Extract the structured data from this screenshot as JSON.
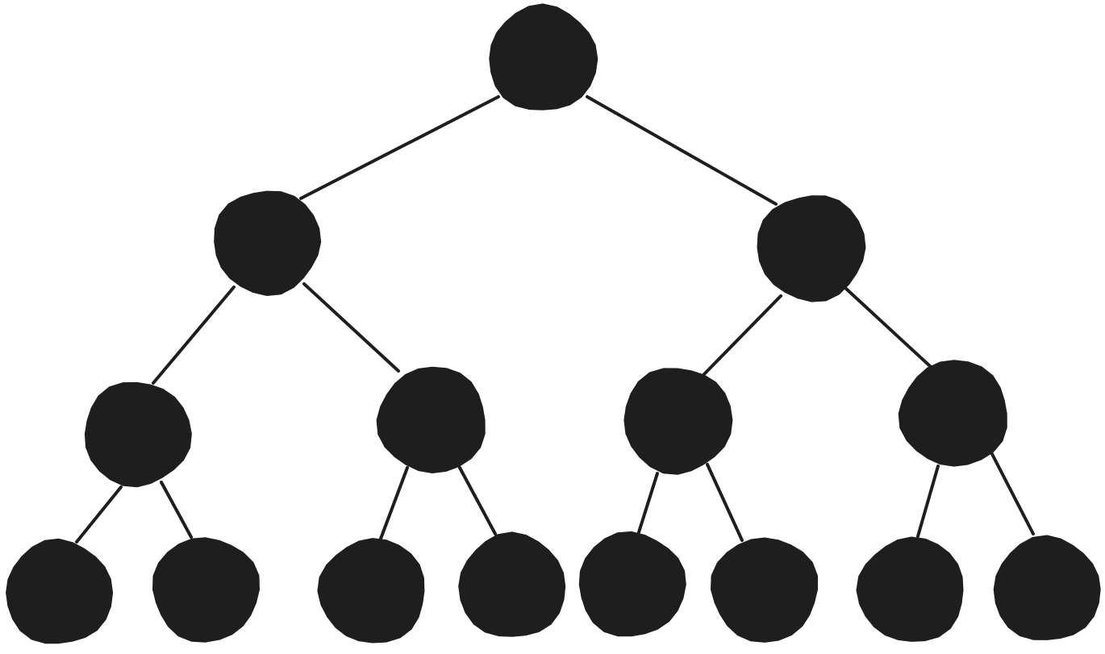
{
  "diagram": {
    "type": "binary-tree",
    "style": "hand-drawn",
    "colors": {
      "node_fill": "#1e1e1e",
      "edge_stroke": "#1e1e1e",
      "background": "#ffffff"
    },
    "nodes": [
      {
        "id": "n1",
        "level": 0
      },
      {
        "id": "n2",
        "level": 1,
        "parent": "n1"
      },
      {
        "id": "n3",
        "level": 1,
        "parent": "n1"
      },
      {
        "id": "n4",
        "level": 2,
        "parent": "n2"
      },
      {
        "id": "n5",
        "level": 2,
        "parent": "n2"
      },
      {
        "id": "n6",
        "level": 2,
        "parent": "n3"
      },
      {
        "id": "n7",
        "level": 2,
        "parent": "n3"
      },
      {
        "id": "n8",
        "level": 3,
        "parent": "n4"
      },
      {
        "id": "n9",
        "level": 3,
        "parent": "n4"
      },
      {
        "id": "n10",
        "level": 3,
        "parent": "n5"
      },
      {
        "id": "n11",
        "level": 3,
        "parent": "n5"
      },
      {
        "id": "n12",
        "level": 3,
        "parent": "n6"
      },
      {
        "id": "n13",
        "level": 3,
        "parent": "n6"
      },
      {
        "id": "n14",
        "level": 3,
        "parent": "n7"
      },
      {
        "id": "n15",
        "level": 3,
        "parent": "n7"
      }
    ]
  }
}
